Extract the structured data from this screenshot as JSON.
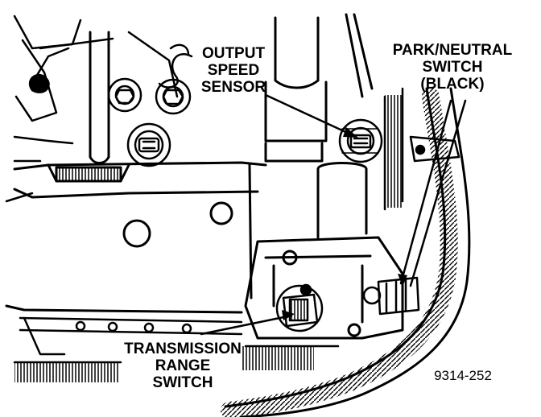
{
  "labels": {
    "output_speed_sensor": [
      "OUTPUT",
      "SPEED",
      "SENSOR"
    ],
    "park_neutral_switch": [
      "PARK/NEUTRAL",
      "SWITCH",
      "(BLACK)"
    ],
    "transmission_range_switch": [
      "TRANSMISSION",
      "RANGE",
      "SWITCH"
    ]
  },
  "figure_number": "9314-252",
  "colors": {
    "ink": "#000000",
    "paper": "#ffffff"
  }
}
